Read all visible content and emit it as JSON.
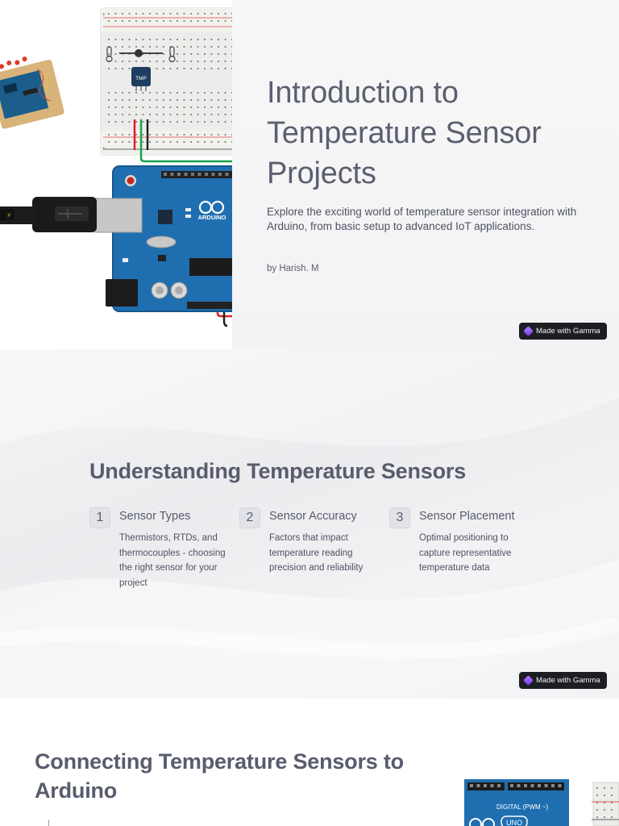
{
  "slide1": {
    "title": "Introduction to Temperature Sensor Projects",
    "subtitle": "Explore the exciting world of temperature sensor integration with Arduino, from basic setup to advanced IoT applications.",
    "byline": "by Harish. M",
    "chip_label": "TMP",
    "board_label": "ARDUINO",
    "badge": "Made with Gamma"
  },
  "slide2": {
    "title": "Understanding Temperature Sensors",
    "cards": [
      {
        "number": "1",
        "title": "Sensor Types",
        "description": "Thermistors, RTDs, and thermocouples - choosing the right sensor for your project"
      },
      {
        "number": "2",
        "title": "Sensor Accuracy",
        "description": "Factors that impact temperature reading precision and reliability"
      },
      {
        "number": "3",
        "title": "Sensor Placement",
        "description": "Optimal positioning to capture representative temperature data"
      }
    ],
    "badge": "Made with Gamma"
  },
  "slide3": {
    "title": "Connecting Temperature Sensors to Arduino",
    "header_label": "DIGITAL (PWM ~)",
    "board_label": "UNO"
  },
  "colors": {
    "board_blue": "#1f6fb0",
    "text_gray": "#5b5f6f",
    "badge_bg": "#1c1e24"
  }
}
